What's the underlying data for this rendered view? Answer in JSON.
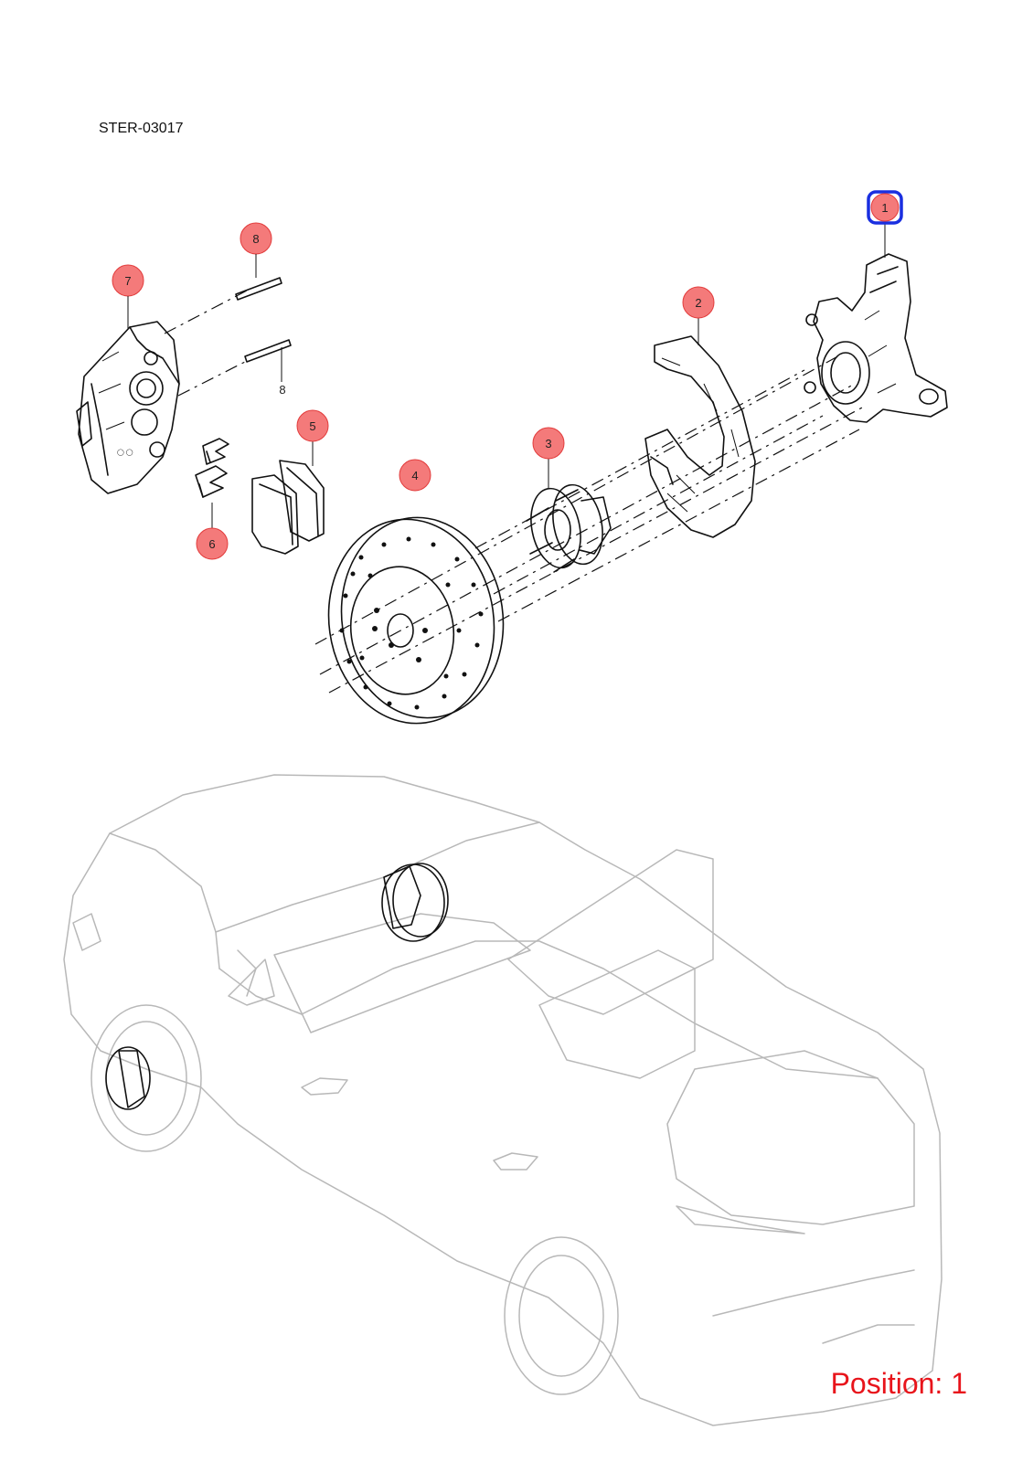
{
  "diagram_code": "STER-03017",
  "position_label": "Position: 1",
  "selected_callout": "1",
  "colors": {
    "callout_fill": "#f47a7a",
    "callout_stroke": "#e23b3b",
    "selection": "#1a2fe0",
    "position_text": "#e8141b",
    "car_outline": "#b8b8b8"
  },
  "callouts": [
    {
      "id": "1",
      "label": "1"
    },
    {
      "id": "2",
      "label": "2"
    },
    {
      "id": "3",
      "label": "3"
    },
    {
      "id": "4",
      "label": "4"
    },
    {
      "id": "5",
      "label": "5"
    },
    {
      "id": "6",
      "label": "6"
    },
    {
      "id": "7",
      "label": "7"
    },
    {
      "id": "8",
      "label": "8"
    }
  ],
  "plain_labels": [
    {
      "id": "8b",
      "label": "8"
    }
  ]
}
